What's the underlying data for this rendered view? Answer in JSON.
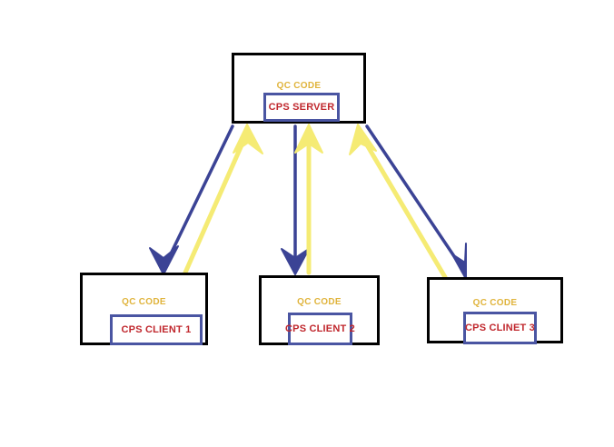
{
  "diagram": {
    "title": "CPS client-server QC code diagram",
    "colors": {
      "node_border": "#010101",
      "inner_border": "#4a55a2",
      "qc_label": "#e0b43c",
      "inner_label": "#c0272d",
      "arrow_down": "#3b4395",
      "arrow_up": "#f5eb74",
      "background": "#ffffff"
    },
    "server": {
      "qc_label": "QC CODE",
      "name": "CPS SERVER"
    },
    "clients": [
      {
        "qc_label": "QC CODE",
        "name": "CPS CLIENT 1"
      },
      {
        "qc_label": "QC CODE",
        "name": "CPS CLIENT 2"
      },
      {
        "qc_label": "QC CODE",
        "name": "CPS CLINET 3"
      }
    ],
    "connections": [
      {
        "from": "CPS SERVER",
        "to": "CPS CLIENT 1",
        "direction": "down",
        "color": "#3b4395"
      },
      {
        "from": "CPS CLIENT 1",
        "to": "CPS SERVER",
        "direction": "up",
        "color": "#f5eb74"
      },
      {
        "from": "CPS SERVER",
        "to": "CPS CLIENT 2",
        "direction": "down",
        "color": "#3b4395"
      },
      {
        "from": "CPS CLIENT 2",
        "to": "CPS SERVER",
        "direction": "up",
        "color": "#f5eb74"
      },
      {
        "from": "CPS SERVER",
        "to": "CPS CLINET 3",
        "direction": "down",
        "color": "#3b4395"
      },
      {
        "from": "CPS CLINET 3",
        "to": "CPS SERVER",
        "direction": "up",
        "color": "#f5eb74"
      }
    ]
  }
}
